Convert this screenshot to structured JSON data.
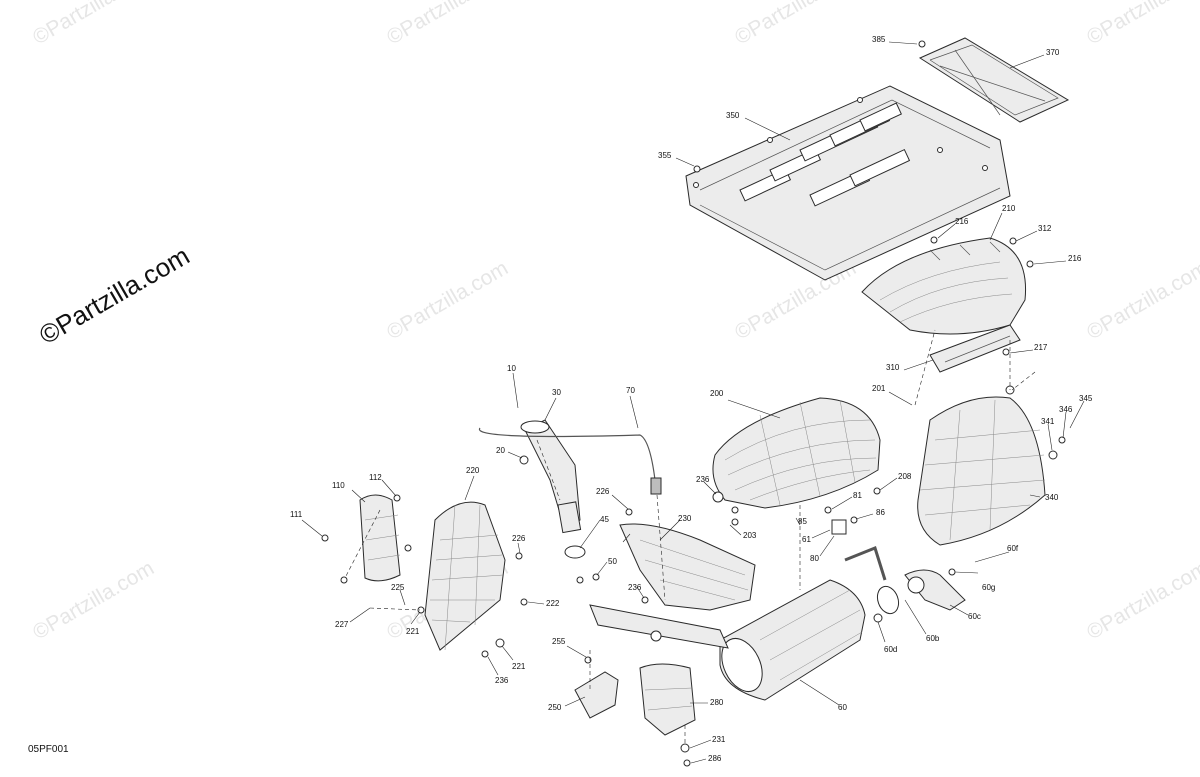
{
  "diagram": {
    "brand": "©Partzilla.com",
    "watermark": "©Partzilla.com",
    "diagram_code": "05PF001",
    "callouts": [
      "385",
      "370",
      "350",
      "355",
      "210",
      "216",
      "312",
      "216",
      "217",
      "310",
      "201",
      "345",
      "346",
      "341",
      "10",
      "30",
      "70",
      "200",
      "20",
      "208",
      "112",
      "110",
      "220",
      "111",
      "226",
      "236",
      "81",
      "86",
      "85",
      "61",
      "80",
      "340",
      "230",
      "45",
      "226",
      "203",
      "225",
      "227",
      "221",
      "50",
      "236",
      "222",
      "60f",
      "60g",
      "221",
      "236",
      "255",
      "60c",
      "60b",
      "60d",
      "250",
      "280",
      "60",
      "231",
      "286"
    ]
  }
}
